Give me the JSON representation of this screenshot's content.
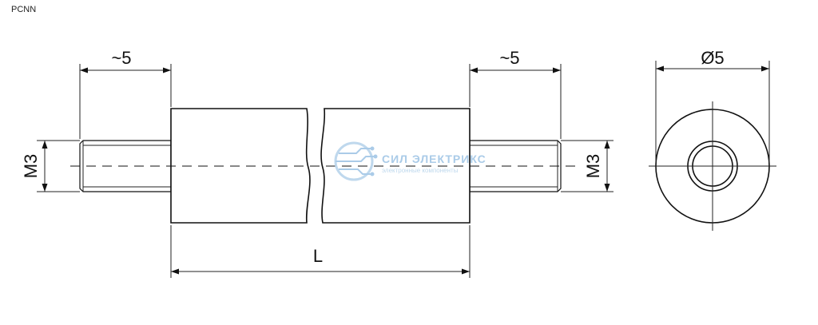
{
  "header": {
    "product_code": "PCNN"
  },
  "dimensions": {
    "left_stud_length": "~5",
    "right_stud_length": "~5",
    "body_length": "L",
    "outer_diameter": "Ø5",
    "left_thread": "M3",
    "right_thread": "M3"
  },
  "watermark": {
    "name": "СИЛ ЭЛЕКТРИКС",
    "subtitle": "электронные компоненты",
    "color": "#9cc3e4"
  }
}
